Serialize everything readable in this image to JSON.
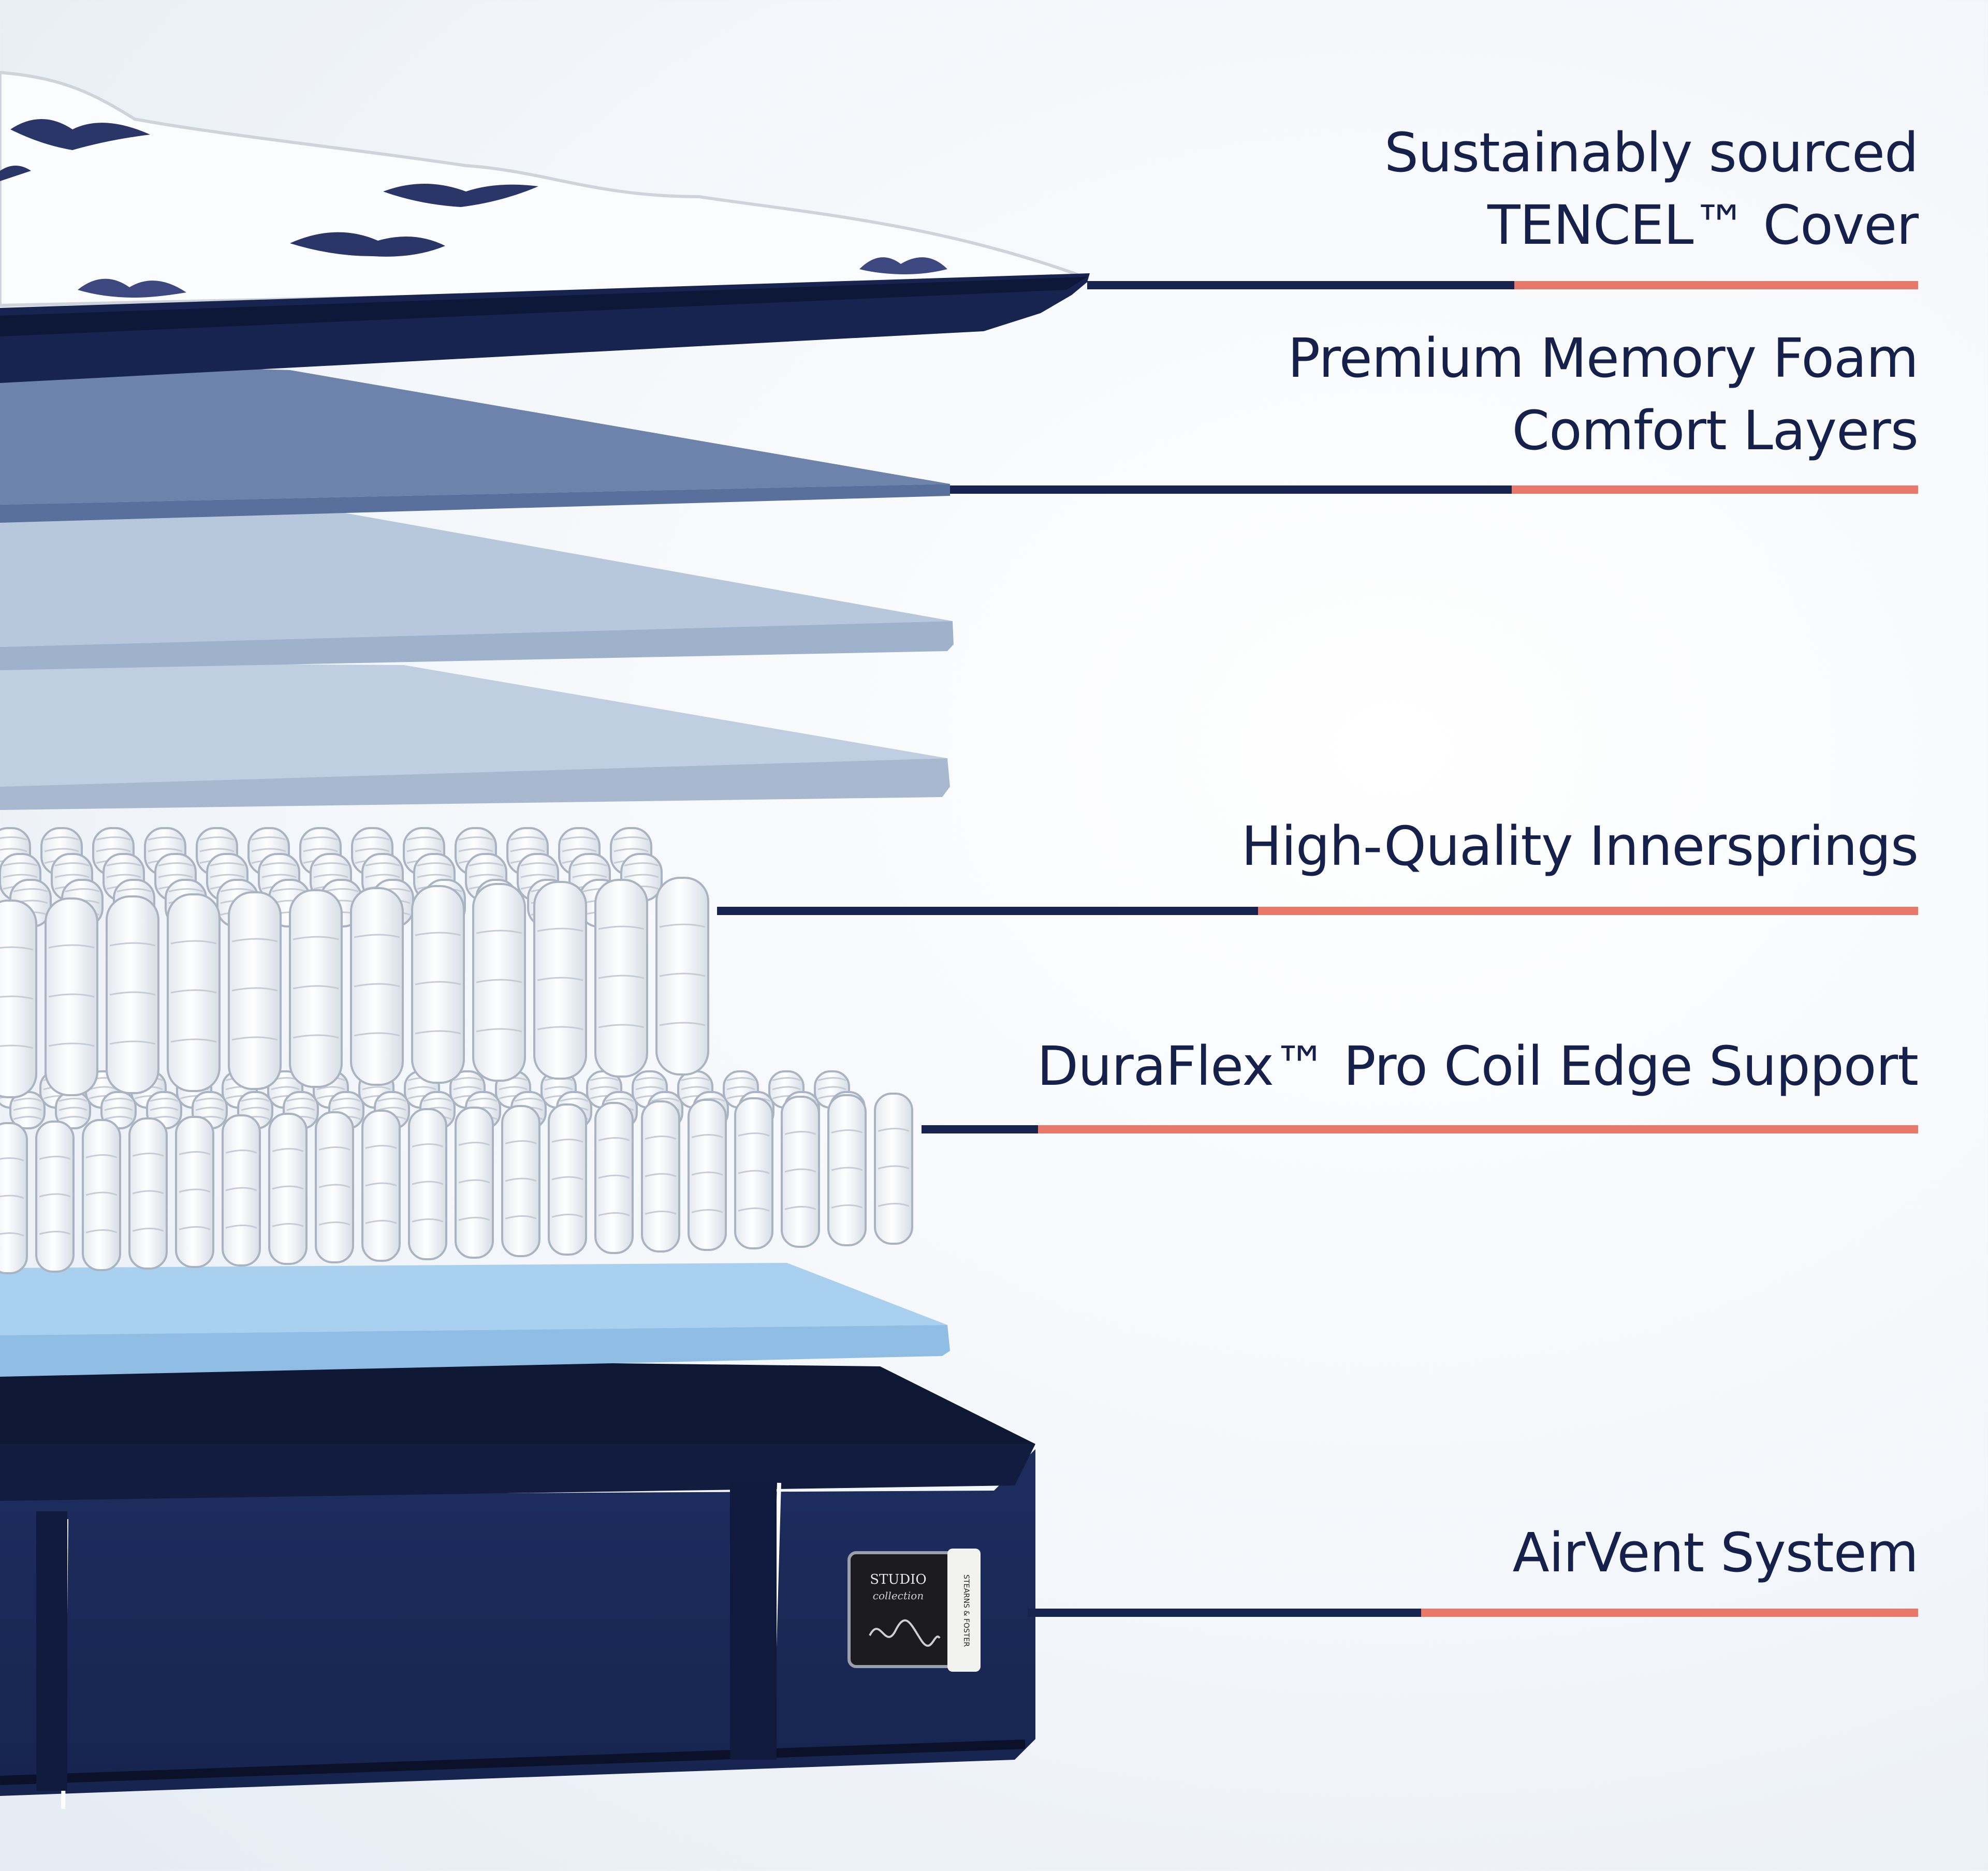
{
  "colors": {
    "navy": "#16244f",
    "navy_dark": "#0e1733",
    "salmon": "#e8786a",
    "text": "#15214a",
    "memory_foam": "#6d83ab",
    "comfort_foam_1": "#b7c7dc",
    "comfort_foam_2": "#bfcee0",
    "base_foam": "#a9d0ee",
    "coil": "#ffffff"
  },
  "callouts": [
    {
      "id": "cover",
      "label": "Sustainably sourced\nTENCEL™ Cover"
    },
    {
      "id": "memory-foam",
      "label": "Premium Memory Foam\nComfort Layers"
    },
    {
      "id": "innersprings",
      "label": "High-Quality Innersprings"
    },
    {
      "id": "edge-support",
      "label": "DuraFlex™ Pro Coil Edge Support"
    },
    {
      "id": "airvent",
      "label": "AirVent System"
    }
  ],
  "tag": {
    "logo_line1": "STUDIO",
    "logo_line2": "collection",
    "side_text": "STEARNS & FOSTER"
  }
}
